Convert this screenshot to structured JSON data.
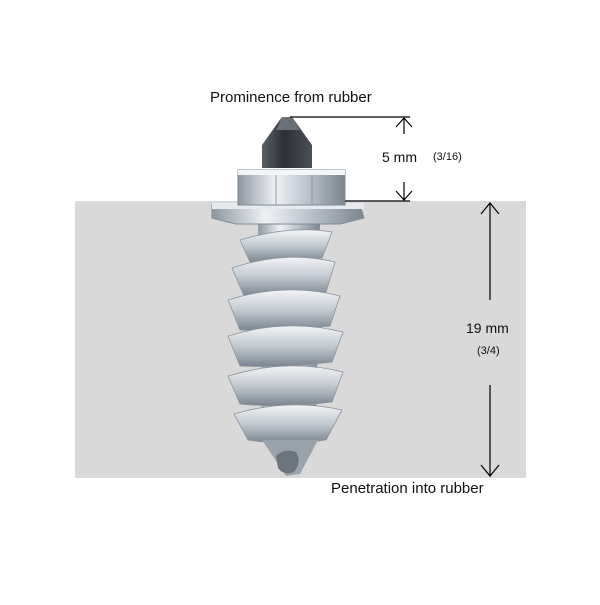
{
  "labels": {
    "top": "Prominence from rubber",
    "bottom": "Penetration into rubber",
    "prominence_value": "5 mm",
    "prominence_fraction": "(3/16)",
    "penetration_value": "19 mm",
    "penetration_fraction": "(3/4)"
  },
  "measurements": {
    "prominence_mm": 5,
    "penetration_mm": 19
  },
  "colors": {
    "rubber": "#d9d9d9",
    "metal_light": "#e8ecf0",
    "metal_mid": "#b9c1c9",
    "metal_dark": "#7f8a95",
    "tip": "#3a3e44",
    "lines": "#000000"
  }
}
